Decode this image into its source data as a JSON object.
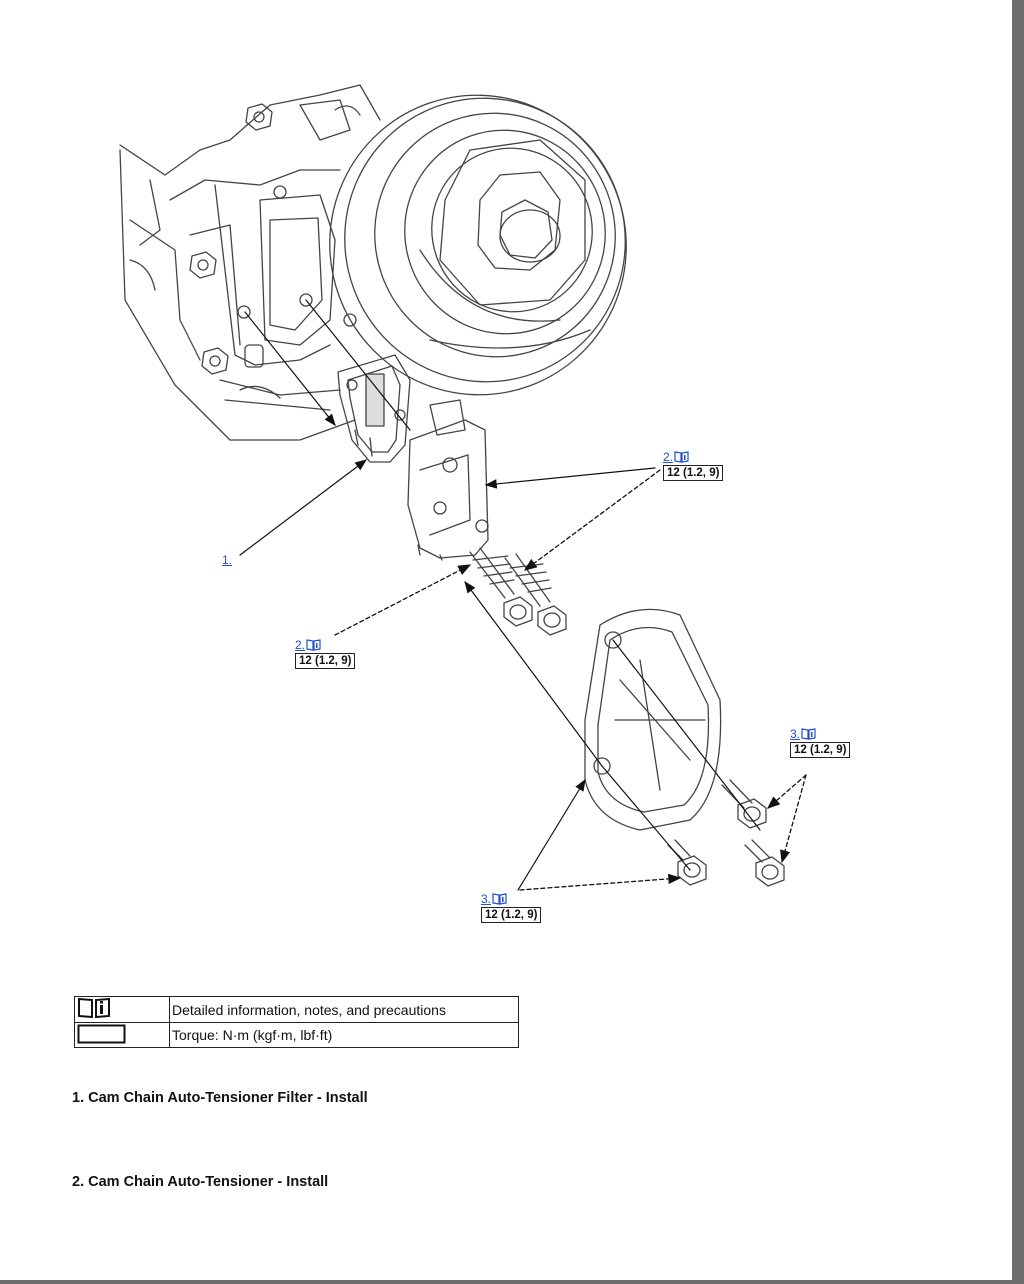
{
  "callouts": {
    "part1": {
      "ref": "1."
    },
    "c2a": {
      "ref": "2.",
      "torque": "12 (1.2, 9)"
    },
    "c2b": {
      "ref": "2.",
      "torque": "12 (1.2, 9)"
    },
    "c3a": {
      "ref": "3.",
      "torque": "12 (1.2, 9)"
    },
    "c3b": {
      "ref": "3.",
      "torque": "12 (1.2, 9)"
    }
  },
  "legend": {
    "rows": [
      {
        "icon": "info-book-icon",
        "text": "Detailed information, notes, and precautions"
      },
      {
        "icon": "torque-box-icon",
        "text": "Torque: N·m (kgf·m, lbf·ft)"
      }
    ]
  },
  "steps": [
    {
      "text": "1. Cam Chain Auto-Tensioner Filter - Install"
    },
    {
      "text": "2. Cam Chain Auto-Tensioner - Install"
    }
  ]
}
